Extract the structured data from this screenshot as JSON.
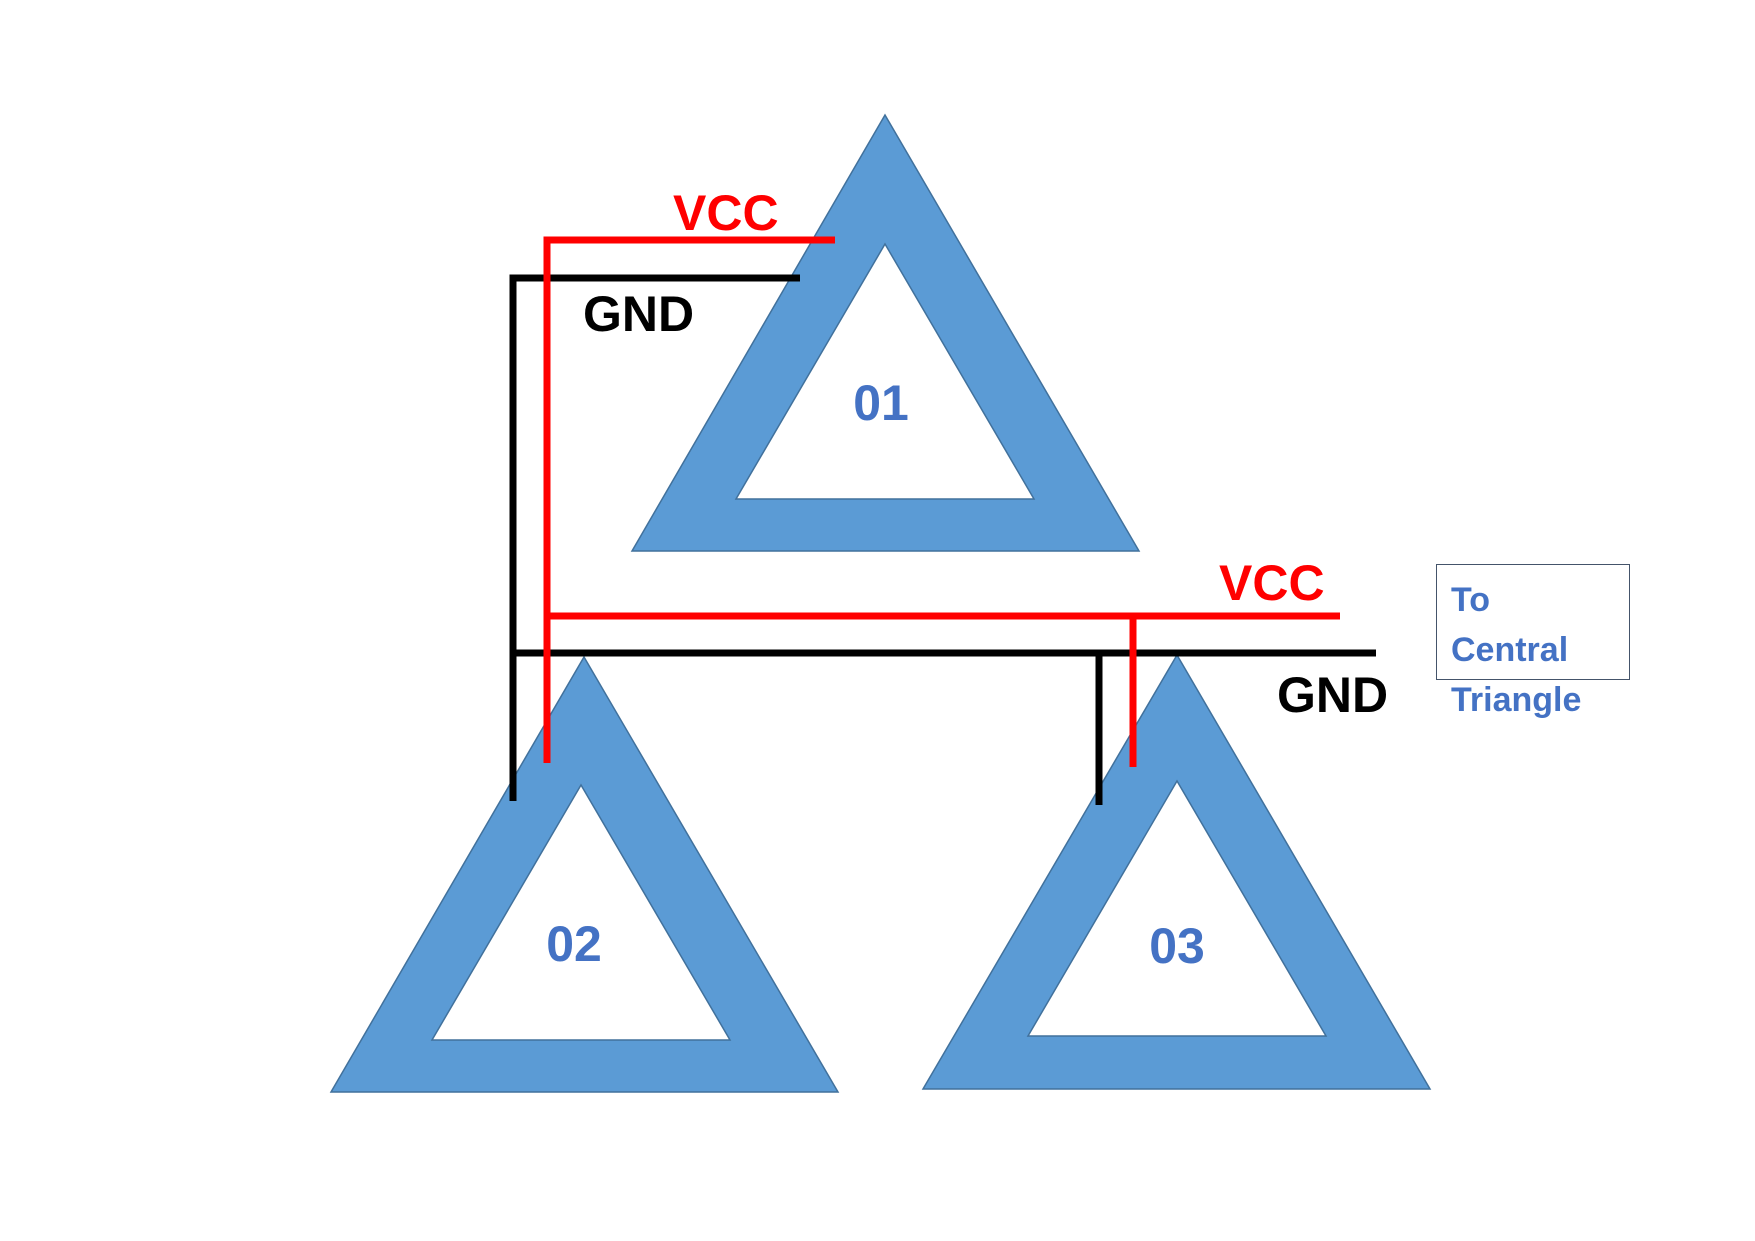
{
  "colors": {
    "triangle_fill": "#5b9bd5",
    "triangle_stroke": "#41719c",
    "label_blue": "#4472c4",
    "vcc_red": "#ff0000",
    "gnd_black": "#000000"
  },
  "triangles": [
    {
      "id": "triangle-01",
      "label": "01"
    },
    {
      "id": "triangle-02",
      "label": "02"
    },
    {
      "id": "triangle-03",
      "label": "03"
    }
  ],
  "wires": {
    "vcc_top_label": "VCC",
    "gnd_top_label": "GND",
    "vcc_bus_label": "VCC",
    "gnd_bus_label": "GND"
  },
  "note": {
    "text": "To Central\nTriangle"
  }
}
